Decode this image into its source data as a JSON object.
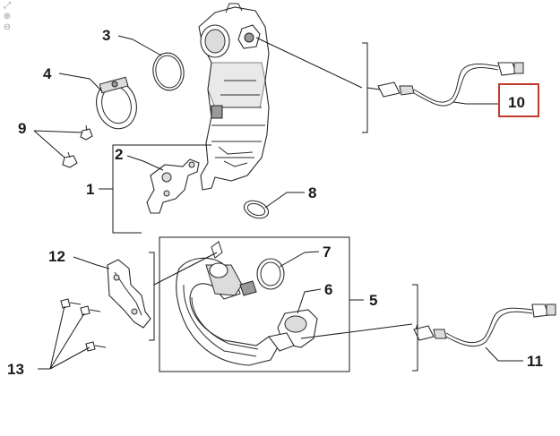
{
  "callouts": {
    "c1": "1",
    "c2": "2",
    "c3": "3",
    "c4": "4",
    "c5": "5",
    "c6": "6",
    "c7": "7",
    "c8": "8",
    "c9": "9",
    "c10": "10",
    "c11": "11",
    "c12": "12",
    "c13": "13"
  },
  "highlight": {
    "callout": "10",
    "color": "#c0392b"
  },
  "toolbar": {
    "fit_glyph": "⤢",
    "zoom_in_glyph": "⊕",
    "zoom_out_glyph": "⊖"
  }
}
